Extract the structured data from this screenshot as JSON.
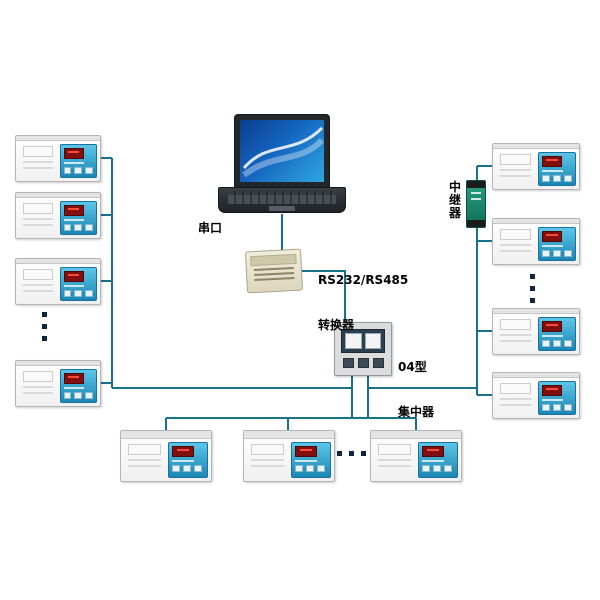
{
  "diagram": {
    "kind": "device-network-topology",
    "labels": {
      "serial_port": "串口",
      "converter_line1": "RS232/RS485",
      "converter_line2": "转换器",
      "concentrator_line1": "04型",
      "concentrator_line2": "集中器",
      "repeater": "中继器"
    },
    "nodes": {
      "laptop": {
        "name": "laptop computer",
        "count": 1
      },
      "converter": {
        "name": "RS232/RS485 converter",
        "count": 1
      },
      "concentrator": {
        "name": "04型 集中器 (type-04 concentrator)",
        "count": 1
      },
      "repeater": {
        "name": "中继器 (repeater)",
        "count": 1
      },
      "controllers": {
        "left_column": 4,
        "right_column": 4,
        "bottom_row": 3,
        "ellipsis_groups": 3
      }
    },
    "colors": {
      "wire": "#17708c",
      "device_panel_blue": "#2f9fce",
      "device_display_red": "#801010",
      "repeater_green": "#17876b",
      "converter_beige": "#ebe6d2",
      "laptop_screen_blue": "#1565c0"
    }
  }
}
